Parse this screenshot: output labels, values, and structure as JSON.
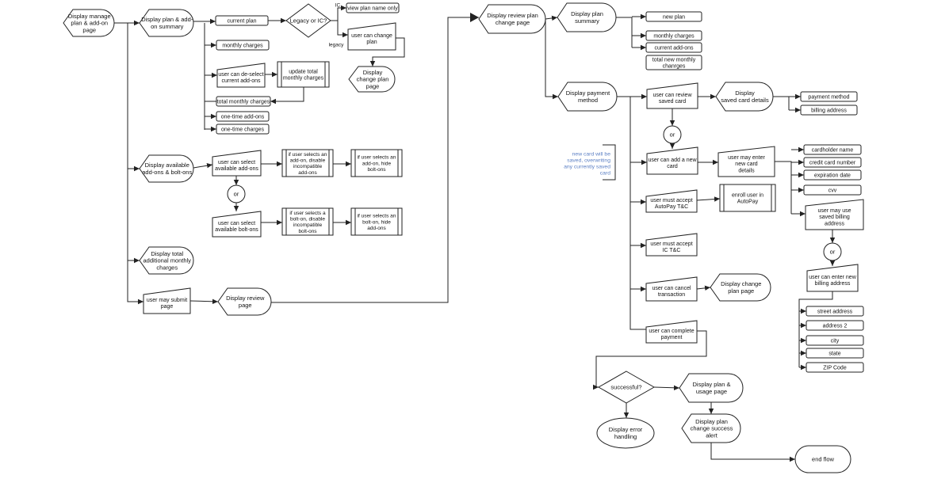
{
  "nodes": [
    {
      "id": "manage",
      "label": "Display manage\nplan & add-on\npage"
    },
    {
      "id": "summary",
      "label": "Display plan & add-\non summary"
    },
    {
      "id": "current_plan",
      "label": "current plan"
    },
    {
      "id": "legacy_ic",
      "label": "Legacy or IC?"
    },
    {
      "id": "view_plan",
      "label": "view plan name only"
    },
    {
      "id": "user_change_plan",
      "label": "user can change\nplan"
    },
    {
      "id": "display_change_plan",
      "label": "Display\nchange plan\npage"
    },
    {
      "id": "monthly_charges",
      "label": "monthly charges"
    },
    {
      "id": "deselect",
      "label": "user can de-select\ncurrent add-ons"
    },
    {
      "id": "update_total",
      "label": "update total\nmonthly charges"
    },
    {
      "id": "total_monthly",
      "label": "total monthly charges"
    },
    {
      "id": "one_time_addons",
      "label": "one-time add-ons"
    },
    {
      "id": "one_time_charges",
      "label": "one-time charges"
    },
    {
      "id": "avail",
      "label": "Display available\nadd-ons & bolt-ons"
    },
    {
      "id": "select_addons",
      "label": "user can select\navailable add-ons"
    },
    {
      "id": "addon_disable",
      "label": "if user selects an\nadd-on, disable\nincompatible\nadd-ons"
    },
    {
      "id": "addon_hide",
      "label": "if user selects an\nadd-on, hide\nbolt-ons"
    },
    {
      "id": "or1",
      "label": "or"
    },
    {
      "id": "select_bolts",
      "label": "user can select\navailable bolt-ons"
    },
    {
      "id": "bolt_disable",
      "label": "if user selects a\nbolt-on, disable\nincompatible\nbolt-ons"
    },
    {
      "id": "bolt_hide",
      "label": "if user selects an\nbolt-on, hide\nadd-ons"
    },
    {
      "id": "total_additional",
      "label": "Display total\nadditional monthly\ncharges"
    },
    {
      "id": "submit",
      "label": "user may submit\npage"
    },
    {
      "id": "review_page",
      "label": "Display review\npage"
    },
    {
      "id": "review_change",
      "label": "Display review plan\nchange page"
    },
    {
      "id": "plan_summary",
      "label": "Display plan\nsummary"
    },
    {
      "id": "new_plan",
      "label": "new plan"
    },
    {
      "id": "monthly_charges2",
      "label": "monthly charges"
    },
    {
      "id": "current_addons",
      "label": "current add-ons"
    },
    {
      "id": "total_new",
      "label": "total new monthly\nchanrges"
    },
    {
      "id": "payment_method",
      "label": "Display payment\nmethod"
    },
    {
      "id": "review_card",
      "label": "user can review\nsaved card"
    },
    {
      "id": "saved_card_details",
      "label": "Display\nsaved card details"
    },
    {
      "id": "pm_item",
      "label": "payment method"
    },
    {
      "id": "billing_address",
      "label": "billing address"
    },
    {
      "id": "or2",
      "label": "or"
    },
    {
      "id": "add_card",
      "label": "user can add a new\ncard"
    },
    {
      "id": "enter_card",
      "label": "user may enter\nnew card\ndetails"
    },
    {
      "id": "cardholder",
      "label": "cardholder name"
    },
    {
      "id": "cc_number",
      "label": "credit card number"
    },
    {
      "id": "expiration",
      "label": "expiration date"
    },
    {
      "id": "cvv",
      "label": "cvv"
    },
    {
      "id": "saved_billing",
      "label": "user may use\nsaved billing\naddress"
    },
    {
      "id": "or3",
      "label": "or"
    },
    {
      "id": "new_billing",
      "label": "user can enter new\nbilling address"
    },
    {
      "id": "street",
      "label": "street address"
    },
    {
      "id": "address2",
      "label": "address 2"
    },
    {
      "id": "city",
      "label": "city"
    },
    {
      "id": "state",
      "label": "state"
    },
    {
      "id": "zip",
      "label": "ZIP Code"
    },
    {
      "id": "autopay",
      "label": "user must accept\nAutoPay T&C"
    },
    {
      "id": "enroll",
      "label": "enroll user in\nAutoPay"
    },
    {
      "id": "ic_tc",
      "label": "user must accept\nIC T&C"
    },
    {
      "id": "cancel",
      "label": "user can cancel\ntransaction"
    },
    {
      "id": "display_change_plan2",
      "label": "Display change\nplan page"
    },
    {
      "id": "complete",
      "label": "user can complete\npayment"
    },
    {
      "id": "successful",
      "label": "successful?"
    },
    {
      "id": "usage",
      "label": "Display plan &\nusage page"
    },
    {
      "id": "success_alert",
      "label": "Display plan\nchange success\nalert"
    },
    {
      "id": "error",
      "label": "Display error\nhandling"
    },
    {
      "id": "end",
      "label": "end flow"
    }
  ],
  "edge_labels": [
    {
      "id": "ic",
      "label": "IC"
    },
    {
      "id": "legacy",
      "label": "legacy"
    }
  ],
  "annotations": [
    {
      "id": "new_card_note",
      "label": "new card will be\nsaved, overwriting\nany currently saved\ncard",
      "color": "#5b7fc4"
    }
  ],
  "colors": {
    "stroke": "#222222",
    "fill": "#ffffff",
    "note": "#5b7fc4"
  }
}
